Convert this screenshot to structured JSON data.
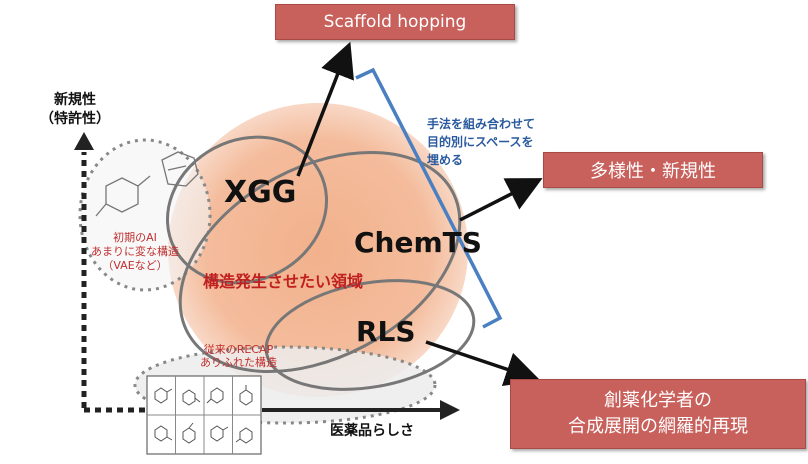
{
  "axes": {
    "y_label_line1": "新規性",
    "y_label_line2": "（特許性）",
    "x_label": "医薬品らしさ"
  },
  "methods": {
    "xgg": "XGG",
    "chemts": "ChemTS",
    "rls": "RLS"
  },
  "target_region": "構造発生させたい領域",
  "early_ai": {
    "line1": "初期のAI",
    "line2": "あまりに変な構造",
    "line3": "（VAEなど）"
  },
  "recap": {
    "line1": "従来のRECAP",
    "line2": "ありふれた構造"
  },
  "note": {
    "line1": "手法を組み合わせて",
    "line2": "目的別にスペースを",
    "line3": "埋める"
  },
  "outcomes": {
    "scaffold_hopping": "Scaffold hopping",
    "diversity": "多様性・新規性",
    "chemist_line1": "創薬化学者の",
    "chemist_line2": "合成展開の網羅的再現"
  },
  "colors": {
    "target_fill": "#f3b896",
    "outcome_box": "#c8605c",
    "note_text": "#2a5a9e",
    "bracket": "#4a7fc1",
    "target_text": "#c02020"
  }
}
